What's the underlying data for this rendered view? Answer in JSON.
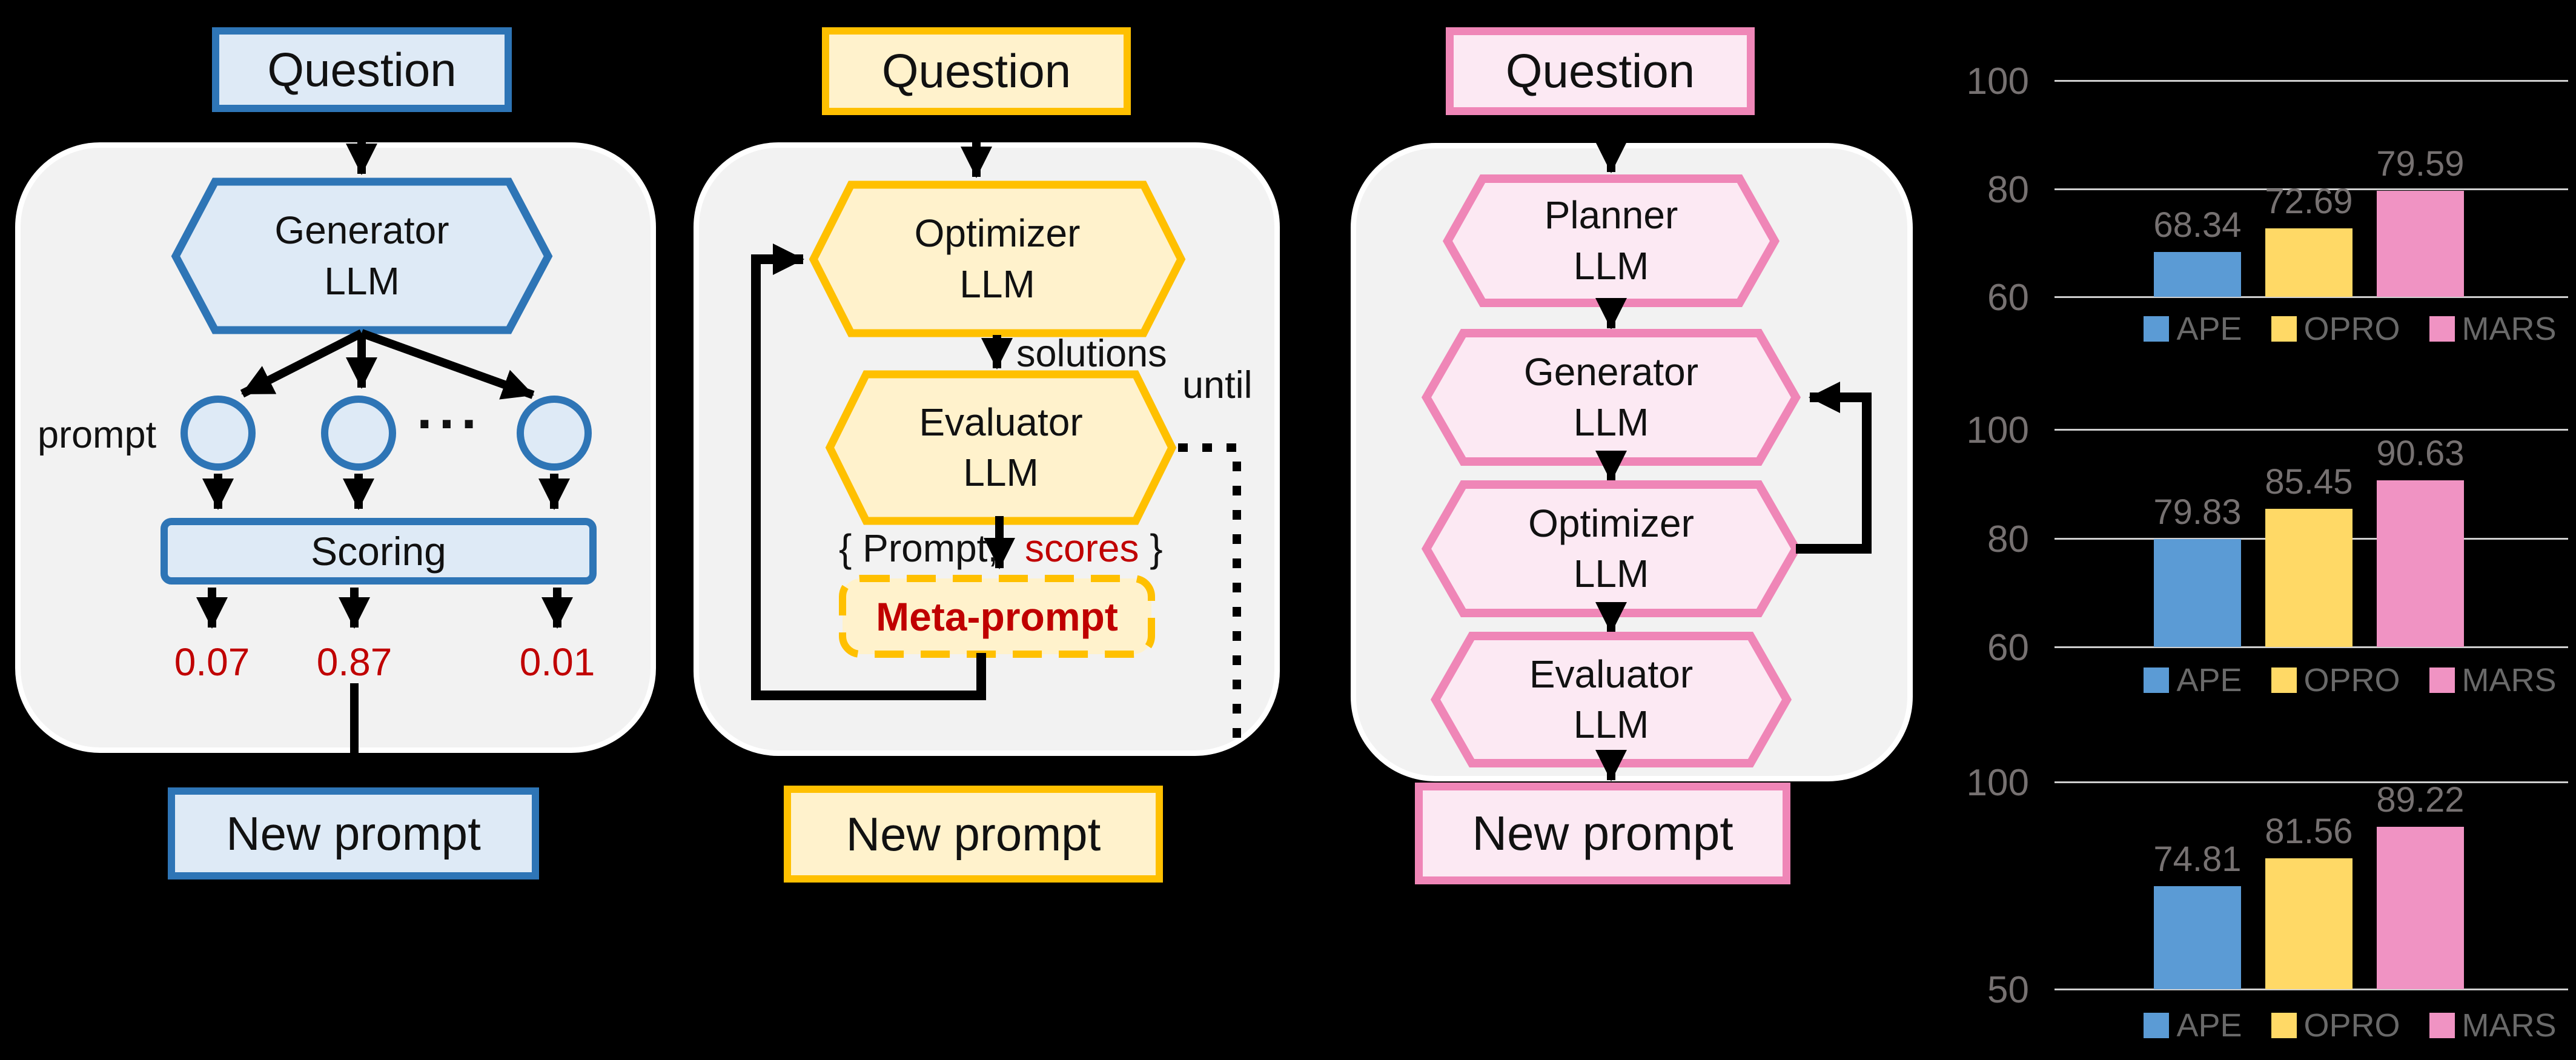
{
  "colors": {
    "background": "#000000",
    "panel_fill": "#F2F2F2",
    "panel_border": "#FFFFFF",
    "blue_border": "#2E75B6",
    "blue_fill": "#DEEAF6",
    "yellow_border": "#FFC000",
    "yellow_fill": "#FFF2CC",
    "pink_border": "#EF86B7",
    "pink_fill": "#FCE9F3",
    "red_text": "#C00000",
    "arrow": "#000000",
    "chart_grid": "#CFCFCF",
    "chart_text": "#767171",
    "legend_text": "#696969",
    "ape_bar": "#5B9BD5",
    "opro_bar": "#FFD966",
    "mars_bar": "#F093C3"
  },
  "diagram_a": {
    "question": "Question",
    "generator": "Generator\nLLM",
    "prompt_label": "prompt",
    "ellipsis": "···",
    "scoring": "Scoring",
    "scores": [
      "0.07",
      "0.87",
      "0.01"
    ],
    "new_prompt": "New prompt"
  },
  "diagram_b": {
    "question": "Question",
    "optimizer": "Optimizer\nLLM",
    "solutions": "solutions",
    "evaluator": "Evaluator\nLLM",
    "until": "until",
    "tuple_left": "{ Prompt,",
    "tuple_scores": "scores",
    "tuple_right": " }",
    "meta_prompt": "Meta-prompt",
    "new_prompt": "New prompt"
  },
  "diagram_c": {
    "question": "Question",
    "planner": "Planner\nLLM",
    "generator": "Generator\nLLM",
    "optimizer": "Optimizer\nLLM",
    "evaluator": "Evaluator\nLLM",
    "new_prompt": "New prompt"
  },
  "chart_data": [
    {
      "type": "bar",
      "categories": [
        "APE",
        "OPRO",
        "MARS"
      ],
      "values": [
        68.34,
        72.69,
        79.59
      ],
      "value_labels": [
        "68.34",
        "72.69",
        "79.59"
      ],
      "y_ticks": [
        100,
        80,
        60
      ],
      "y_tick_labels": [
        "100",
        "80",
        "60"
      ],
      "ylim": [
        60,
        100
      ],
      "grid": true,
      "legend_position": "bottom",
      "series_colors": [
        "#5B9BD5",
        "#FFD966",
        "#F093C3"
      ]
    },
    {
      "type": "bar",
      "categories": [
        "APE",
        "OPRO",
        "MARS"
      ],
      "values": [
        79.83,
        85.45,
        90.63
      ],
      "value_labels": [
        "79.83",
        "85.45",
        "90.63"
      ],
      "y_ticks": [
        100,
        80,
        60
      ],
      "y_tick_labels": [
        "100",
        "80",
        "60"
      ],
      "ylim": [
        60,
        100
      ],
      "grid": true,
      "legend_position": "bottom",
      "series_colors": [
        "#5B9BD5",
        "#FFD966",
        "#F093C3"
      ]
    },
    {
      "type": "bar",
      "categories": [
        "APE",
        "OPRO",
        "MARS"
      ],
      "values": [
        74.81,
        81.56,
        89.22
      ],
      "value_labels": [
        "74.81",
        "81.56",
        "89.22"
      ],
      "y_ticks": [
        100,
        50
      ],
      "y_tick_labels": [
        "100",
        "50"
      ],
      "ylim": [
        50,
        100
      ],
      "grid": true,
      "legend_position": "bottom",
      "series_colors": [
        "#5B9BD5",
        "#FFD966",
        "#F093C3"
      ]
    }
  ]
}
